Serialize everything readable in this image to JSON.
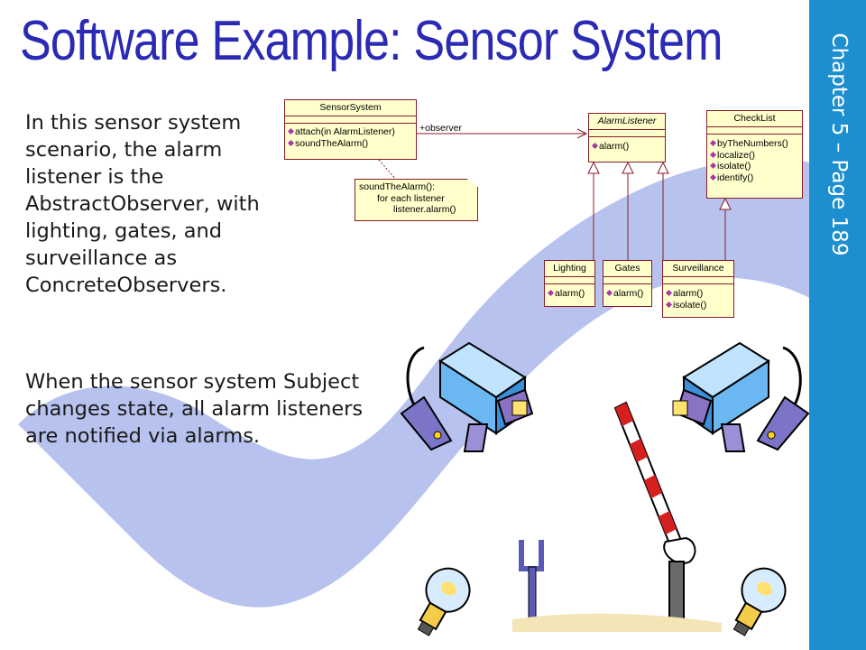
{
  "slide": {
    "title": "Software Example: Sensor System",
    "sidebar_text": "Chapter 5 – Page 189",
    "paragraphs": [
      "In this sensor system scenario, the alarm listener is the AbstractObserver, with lighting, gates, and surveillance as ConcreteObservers.",
      "When the sensor system Subject changes state, all alarm listeners are notified via alarms."
    ]
  },
  "uml": {
    "sensor_system": {
      "name": "SensorSystem",
      "ops": [
        "attach(in AlarmListener)",
        "soundTheAlarm()"
      ]
    },
    "alarm_listener": {
      "name": "AlarmListener",
      "ops": [
        "alarm()"
      ]
    },
    "checklist": {
      "name": "CheckList",
      "ops": [
        "byTheNumbers()",
        "localize()",
        "isolate()",
        "identify()"
      ]
    },
    "lighting": {
      "name": "Lighting",
      "ops": [
        "alarm()"
      ]
    },
    "gates": {
      "name": "Gates",
      "ops": [
        "alarm()"
      ]
    },
    "surveillance": {
      "name": "Surveillance",
      "ops": [
        "alarm()",
        "isolate()"
      ]
    },
    "association_label": "+observer",
    "note_lines": [
      "soundTheAlarm():",
      "for each listener",
      "listener.alarm()"
    ]
  },
  "colors": {
    "title": "#2a2ab4",
    "sidebar": "#1d8fd0",
    "swoosh": "#b8c2ee",
    "uml_fill": "#ffffcc",
    "uml_border": "#8a1a2a"
  }
}
